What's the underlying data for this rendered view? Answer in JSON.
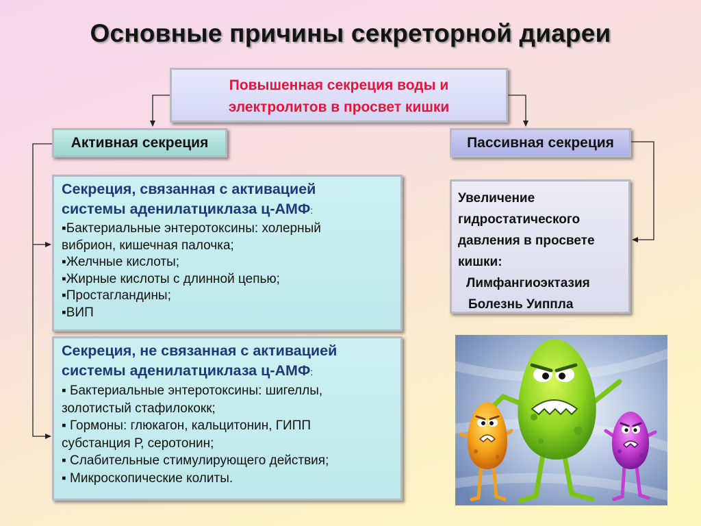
{
  "title": "Основные причины секреторной диареи",
  "top_box": {
    "line1": "Повышенная секреция воды и",
    "line2": "электролитов в просвет кишки"
  },
  "active": {
    "label": "Активная секреция",
    "box1": {
      "heading_line1": "Секреция, связанная с активацией",
      "heading_line2": "системы аденилатциклаза ц-АМФ",
      "colon": ":",
      "items": [
        "▪Бактериальные энтеротоксины: холерный",
        "вибрион, кишечная палочка;",
        "▪Желчные кислоты;",
        "▪Жирные кислоты с длинной цепью;",
        "▪Простагландины;",
        "▪ВИП"
      ]
    },
    "box2": {
      "heading_line1": "Секреция,  не связанная с активацией",
      "heading_line2": "системы аденилатциклаза ц-АМФ",
      "colon": ":",
      "items": [
        "▪ Бактериальные энтеротоксины: шигеллы,",
        "золотистый стафилококк;",
        "▪ Гормоны: глюкагон, кальцитонин, ГИПП",
        "субстанция Р, серотонин;",
        "▪ Слабительные стимулирующего действия;",
        "▪ Микроскопические колиты."
      ]
    }
  },
  "passive": {
    "label": "Пассивная секреция",
    "box": {
      "lines": [
        "Увеличение",
        "гидростатического",
        "давления в просвете",
        "кишки:"
      ],
      "list": [
        "Лимфангиоэктазия",
        "Болезнь Уиппла"
      ]
    }
  },
  "colors": {
    "accent_red": "#e0173c",
    "heading_blue": "#1d3a78"
  }
}
